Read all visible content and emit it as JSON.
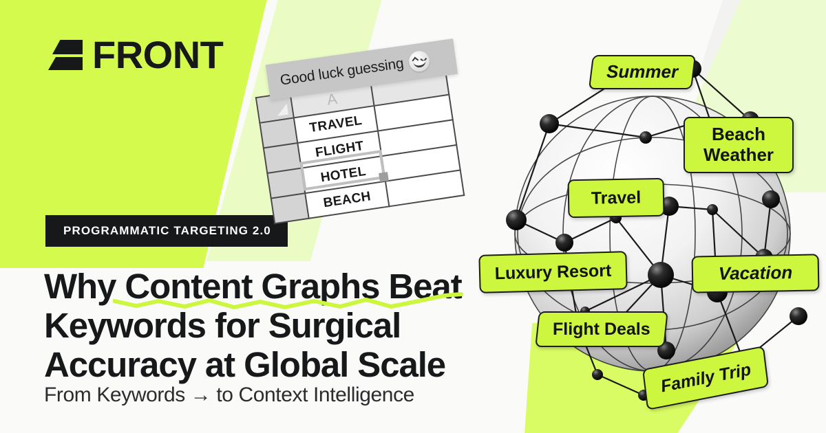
{
  "brand": {
    "logo_text": "FRONT",
    "logo_mark": "front-angled-mark",
    "green": "#D4FA4E",
    "dark": "#17181A"
  },
  "badge": {
    "label": "PROGRAMMATIC TARGETING 2.0"
  },
  "headline": {
    "line1": "Why Content Graphs Beat",
    "line2": "Keywords for Surgical",
    "line3": "Accuracy at Global Scale",
    "underline_color": "#CDF63E"
  },
  "subtitle": {
    "text": "From Keywords → to Context Intelligence"
  },
  "spreadsheet": {
    "column_header": "A",
    "rows": [
      "TRAVEL",
      "FLIGHT",
      "HOTEL",
      "BEACH"
    ],
    "selected_row": "FLIGHT"
  },
  "tooltip": {
    "text": "Good luck guessing",
    "emoji": "laughing-face-emoji",
    "background": "#C6C6C6"
  },
  "graph": {
    "title": "content-graph-globe",
    "label_color": "#CDF63E",
    "labels": [
      {
        "text": "Summer",
        "style": "italic"
      },
      {
        "text": "Beach Weather",
        "style": "regular"
      },
      {
        "text": "Travel",
        "style": "regular"
      },
      {
        "text": "Luxury Resort",
        "style": "regular"
      },
      {
        "text": "Vacation",
        "style": "italic"
      },
      {
        "text": "Flight Deals",
        "style": "regular"
      },
      {
        "text": "Family Trip",
        "style": "italic"
      }
    ]
  }
}
